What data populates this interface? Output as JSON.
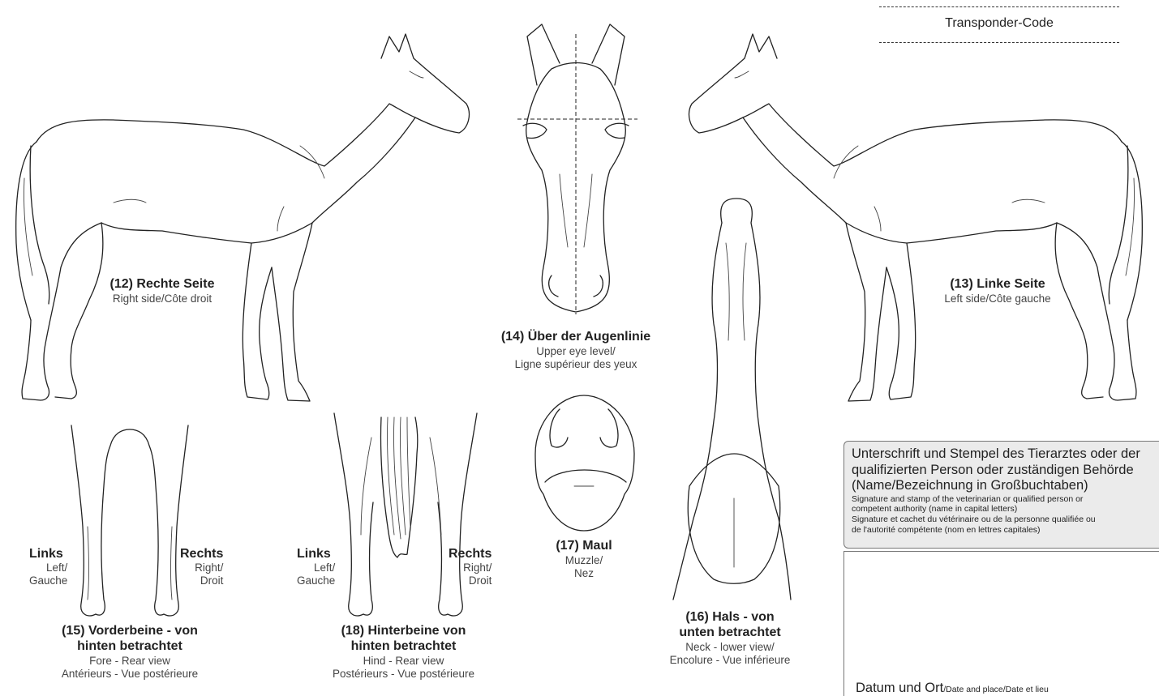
{
  "transponder": {
    "label": "Transponder-Code"
  },
  "views": {
    "right_side": {
      "title": "(12) Rechte Seite",
      "sub": "Right side/Côte droit"
    },
    "left_side": {
      "title": "(13) Linke Seite",
      "sub": "Left side/Côte gauche"
    },
    "eye_level": {
      "title": "(14) Über der Augenlinie",
      "sub1": "Upper eye level/",
      "sub2": "Ligne supérieur des yeux"
    },
    "muzzle": {
      "title": "(17) Maul",
      "sub1": "Muzzle/",
      "sub2": "Nez"
    },
    "neck": {
      "title1": "(16) Hals - von",
      "title2": "unten betrachtet",
      "sub1": "Neck - lower view/",
      "sub2": "Encolure - Vue inférieure"
    },
    "forelegs": {
      "title1": "(15) Vorderbeine - von",
      "title2": "hinten betrachtet",
      "sub1": "Fore - Rear view",
      "sub2": "Antérieurs - Vue postérieure"
    },
    "hindlegs": {
      "title1": "(18) Hinterbeine  von",
      "title2": "hinten betrachtet",
      "sub1": "Hind - Rear view",
      "sub2": "Postérieurs - Vue postérieure"
    }
  },
  "sides": {
    "links": "Links",
    "left": "Left/",
    "gauche": "Gauche",
    "rechts": "Rechts",
    "right": "Right/",
    "droit": "Droit"
  },
  "signature": {
    "line1": "Unterschrift und Stempel des Tierarztes oder der",
    "line2": "qualifizierten Person oder zuständigen Behörde",
    "line3": "(Name/Bezeichnung in Großbuchtaben)",
    "en1": "Signature and stamp of the veterinarian or qualified person or",
    "en2": "competent authority (name in capital letters)",
    "fr1": "Signature et cachet du vétérinaire ou de la personne qualifiée ou",
    "fr2": "de l'autorité compétente (nom en lettres capitales)"
  },
  "date_place": {
    "label": "Datum und Ort",
    "sub": "/Date and place/Date et lieu"
  }
}
